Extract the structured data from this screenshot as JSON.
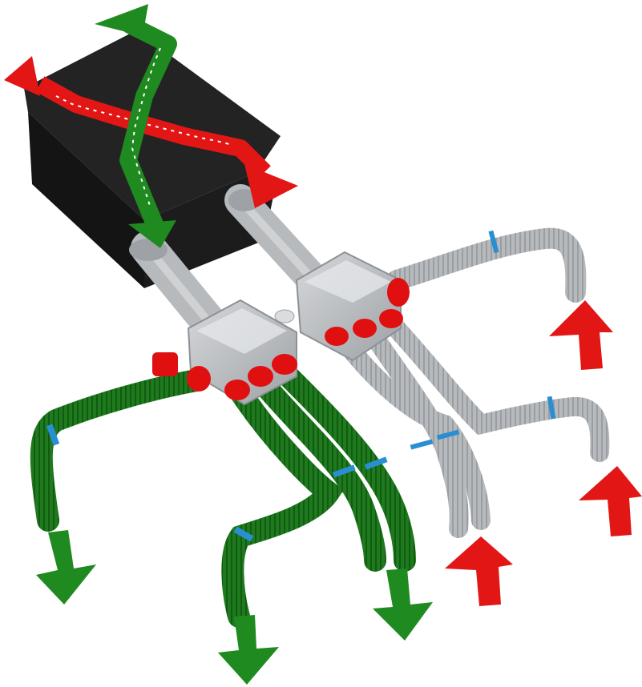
{
  "diagram": {
    "colors": {
      "background": "#ffffff",
      "unit_body": "#1c1c1c",
      "unit_edge": "#2a2a2a",
      "duct_grey": "#b7babd",
      "duct_grey_dark": "#8d9195",
      "hose_green": "#1d7a1d",
      "hose_green_dark": "#0f4f0f",
      "collar_red": "#e01010",
      "ring_blue": "#2a8fd0",
      "arrow_green": "#1f8a1f",
      "arrow_red": "#e31616",
      "chevron": "#ffffff"
    },
    "components": {
      "unit": "heat-recovery-unit",
      "supply_manifold": "supply-air-distribution-box",
      "extract_manifold": "extract-air-collection-box",
      "supply_hoses": 4,
      "extract_hoses": 4
    },
    "flows": {
      "supply_direction": "green-arrows-outward",
      "extract_direction": "red-arrows-inward"
    }
  }
}
